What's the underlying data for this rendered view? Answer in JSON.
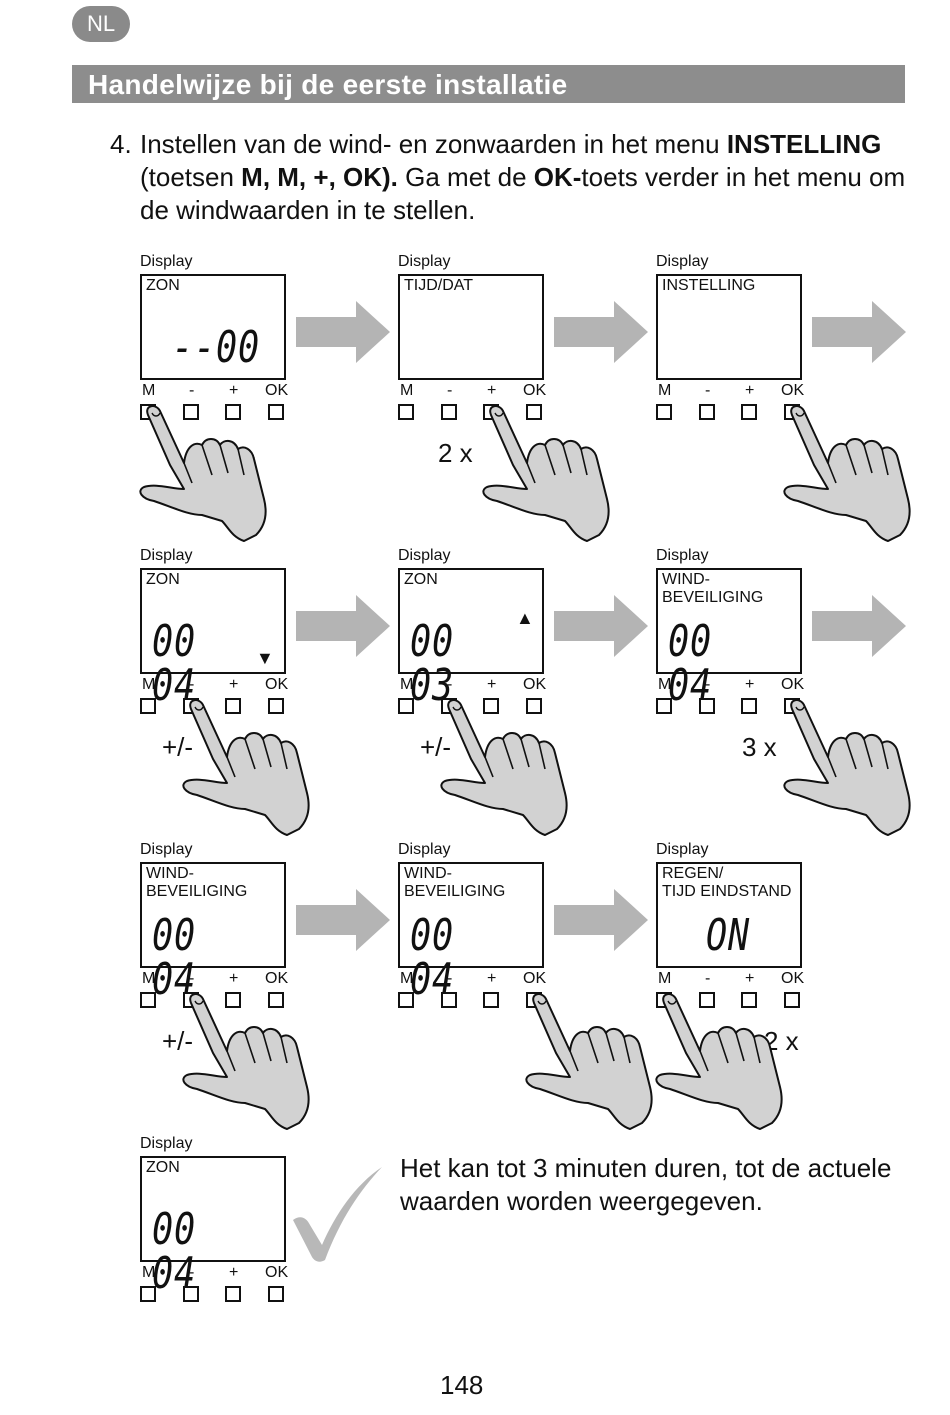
{
  "lang": "NL",
  "section_title": "Handelwijze bij de eerste installatie",
  "intro": {
    "number": "4.",
    "text_1": "Instellen van de wind- en zonwaarden in het menu ",
    "bold_1": "INSTELLING",
    "text_2": "(toetsen ",
    "bold_2": "M, M, +, OK).",
    "text_3": " Ga met de ",
    "bold_3": "OK-",
    "text_4": "toets verder in het menu om de windwaarden in te stellen."
  },
  "display_label": "Display",
  "button_labels": [
    "M",
    "-",
    "+",
    "OK"
  ],
  "steps": [
    {
      "mode": [
        "ZON"
      ],
      "value": "--00",
      "count": ""
    },
    {
      "mode": [
        "TIJD/DAT"
      ],
      "value": "",
      "count": "2 x"
    },
    {
      "mode": [
        "INSTELLING"
      ],
      "value": "",
      "count": ""
    },
    {
      "mode": [
        "ZON"
      ],
      "value": "00 04",
      "count": "+/-",
      "indicator": "down"
    },
    {
      "mode": [
        "ZON"
      ],
      "value": "00 03",
      "count": "+/-",
      "indicator": "up"
    },
    {
      "mode": [
        "WIND-",
        "BEVEILIGING"
      ],
      "value": "00 04",
      "count": "3 x"
    },
    {
      "mode": [
        "WIND-",
        "BEVEILIGING"
      ],
      "value": "00 04",
      "count": "+/-"
    },
    {
      "mode": [
        "WIND-",
        "BEVEILIGING"
      ],
      "value": "00 04",
      "count": ""
    },
    {
      "mode": [
        "REGEN/",
        "TIJD EINDSTAND"
      ],
      "value": "ON",
      "count": "2 x"
    },
    {
      "mode": [
        "ZON"
      ],
      "value": "00 04",
      "count": ""
    }
  ],
  "note": "Het kan tot 3 minuten duren, tot de actuele waarden worden weergegeven.",
  "page_number": "148",
  "icons": {
    "arrow": "arrow-right-icon",
    "hand": "pointing-hand-icon",
    "check": "checkmark-icon"
  },
  "colors": {
    "header_bg": "#8d8d8d",
    "arrow": "#b4b4b4",
    "hand_fill": "#d2d2d2"
  }
}
